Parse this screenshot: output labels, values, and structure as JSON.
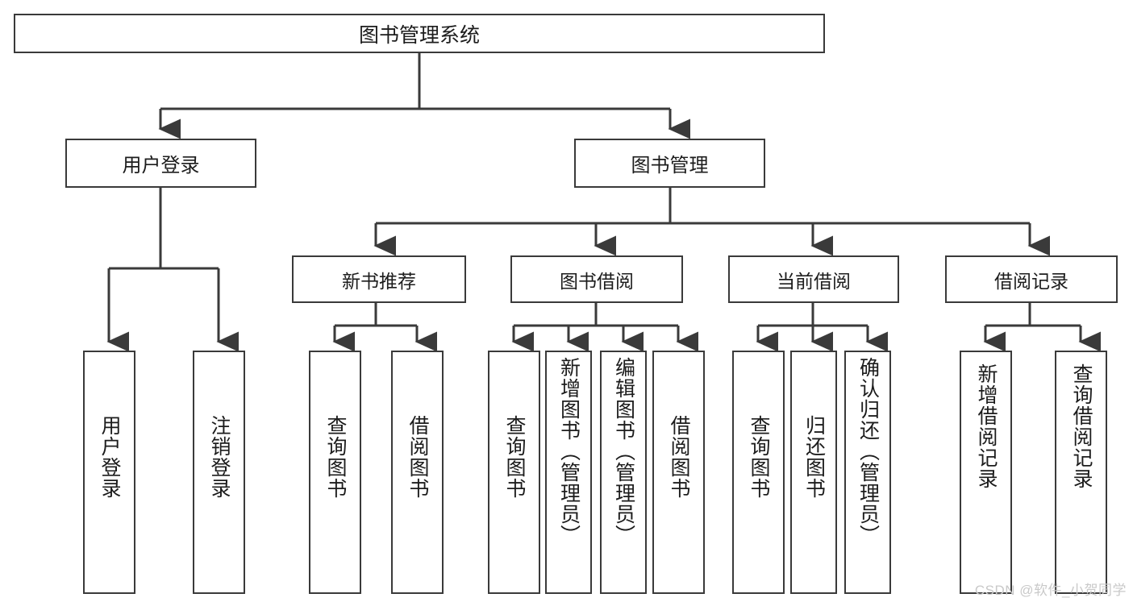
{
  "diagram": {
    "title": "图书管理系统",
    "type": "functional-structure-tree",
    "root": {
      "label": "图书管理系统"
    },
    "level2": [
      {
        "label": "用户登录"
      },
      {
        "label": "图书管理"
      }
    ],
    "level3": [
      {
        "label": "新书推荐"
      },
      {
        "label": "图书借阅"
      },
      {
        "label": "当前借阅"
      },
      {
        "label": "借阅记录"
      }
    ],
    "leaves": {
      "user_login": [
        {
          "label": "用户登录"
        },
        {
          "label": "注销登录"
        }
      ],
      "new_book_recommend": [
        {
          "label": "查询图书"
        },
        {
          "label": "借阅图书"
        }
      ],
      "book_borrow": [
        {
          "label": "查询图书"
        },
        {
          "label": "新增图书（管理员）"
        },
        {
          "label": "编辑图书（管理员）"
        },
        {
          "label": "借阅图书"
        }
      ],
      "current_borrow": [
        {
          "label": "查询图书"
        },
        {
          "label": "归还图书"
        },
        {
          "label": "确认归还（管理员）"
        }
      ],
      "borrow_record": [
        {
          "label": "新增借阅记录"
        },
        {
          "label": "查询借阅记录"
        }
      ]
    }
  },
  "watermark": {
    "text": "CSDN @软件_小贺同学"
  },
  "colors": {
    "stroke": "#3a3a3a",
    "text": "#1c1c1c",
    "background": "#ffffff",
    "watermark": "#c9c9c9"
  }
}
